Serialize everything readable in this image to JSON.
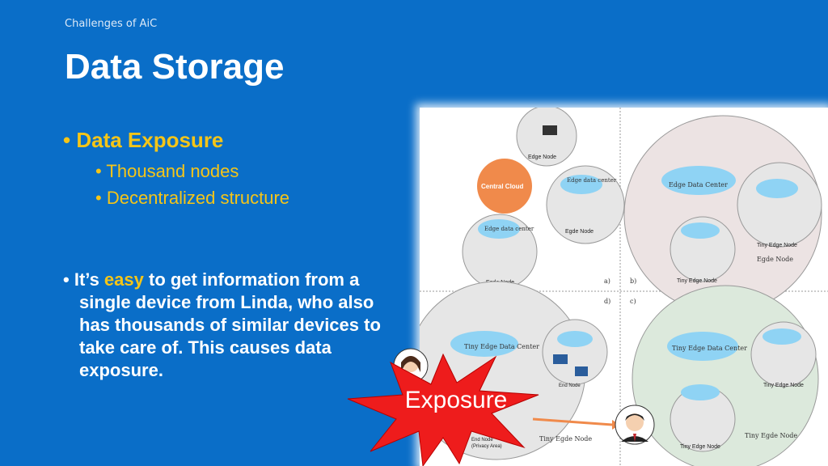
{
  "breadcrumb": "Challenges of AiC",
  "title": "Data Storage",
  "bullet1": {
    "label": "Data Exposure",
    "subs": [
      "Thousand nodes",
      "Decentralized structure"
    ]
  },
  "paragraph": {
    "before": "It’s ",
    "highlight": "easy",
    "after": " to get information from a single device from Linda, who also has thousands of similar devices to take care of. This causes data exposure."
  },
  "callout": "Exposure",
  "figure": {
    "quadrant_labels": [
      "a)",
      "b)",
      "d)",
      "c)"
    ],
    "central_cloud": "Central Cloud",
    "edge_node": "Edge Node",
    "edge_data_center": "Edge data center",
    "tiny_edge_node": "Tiny Edge Node",
    "egde_node": "Egde Node",
    "edge_data_center_big": "Edge Data Center",
    "tiny_edge_data_center": "Tiny edge data center",
    "tiny_edge_data_center_big": "Tiny Edge Data Center",
    "tiny_egde_node": "Tiny Egde Node",
    "egde_node_serif": "Egde Node",
    "end_node": "End Node",
    "privacy_area": "(Privacy Area)"
  },
  "colors": {
    "background": "#0a6ec8",
    "accent": "#f5c518",
    "burst": "#ee1c1c",
    "cloud": "#8fd3f4"
  }
}
